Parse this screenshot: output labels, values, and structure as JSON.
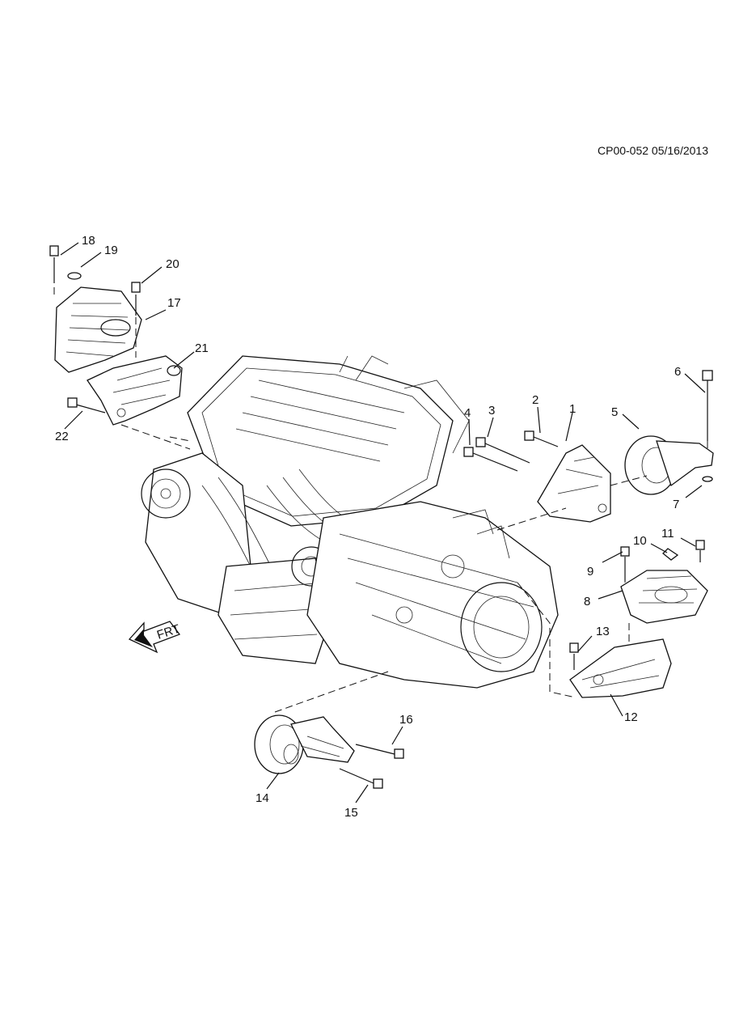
{
  "diagram": {
    "doc_code": "CP00-052 05/16/2013",
    "orientation_arrow_label": "FRT",
    "callouts": [
      "1",
      "2",
      "3",
      "4",
      "5",
      "6",
      "7",
      "8",
      "9",
      "10",
      "11",
      "12",
      "13",
      "14",
      "15",
      "16",
      "17",
      "18",
      "19",
      "20",
      "21",
      "22"
    ],
    "line_color": "#111111",
    "background": "#ffffff"
  }
}
